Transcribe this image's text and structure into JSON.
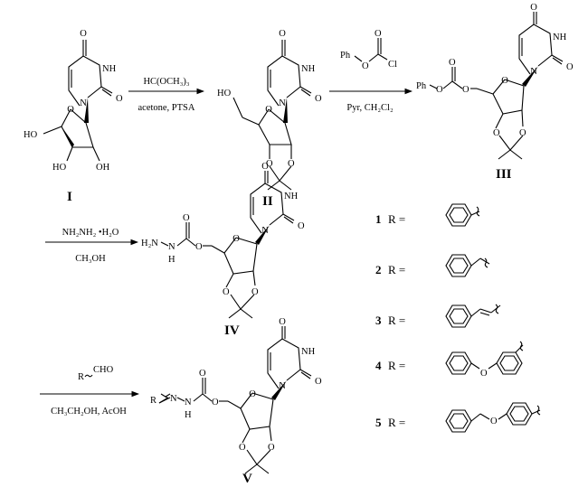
{
  "compounds": {
    "I": "I",
    "II": "II",
    "III": "III",
    "IV": "IV",
    "V": "V"
  },
  "atoms": {
    "O": "O",
    "NH": "NH",
    "N": "N",
    "HO": "HO",
    "Ph": "Ph",
    "Cl": "Cl",
    "H2N": "H₂N",
    "H": "H",
    "R": "R",
    "CHO": "CHO"
  },
  "conditions": {
    "step1_top": "HC(OCH₃)₃",
    "step1_bottom": "acetone, PTSA",
    "step2_bottom": "Pyr, CH₂Cl₂",
    "step3_top": "NH₂NH₂ •H₂O",
    "step3_bottom": "CH₃OH",
    "step4_bottom": "CH₃CH₂OH, AcOH"
  },
  "r_groups": [
    {
      "number": "1",
      "label": "R ="
    },
    {
      "number": "2",
      "label": "R ="
    },
    {
      "number": "3",
      "label": "R ="
    },
    {
      "number": "4",
      "label": "R ="
    },
    {
      "number": "5",
      "label": "R ="
    }
  ]
}
